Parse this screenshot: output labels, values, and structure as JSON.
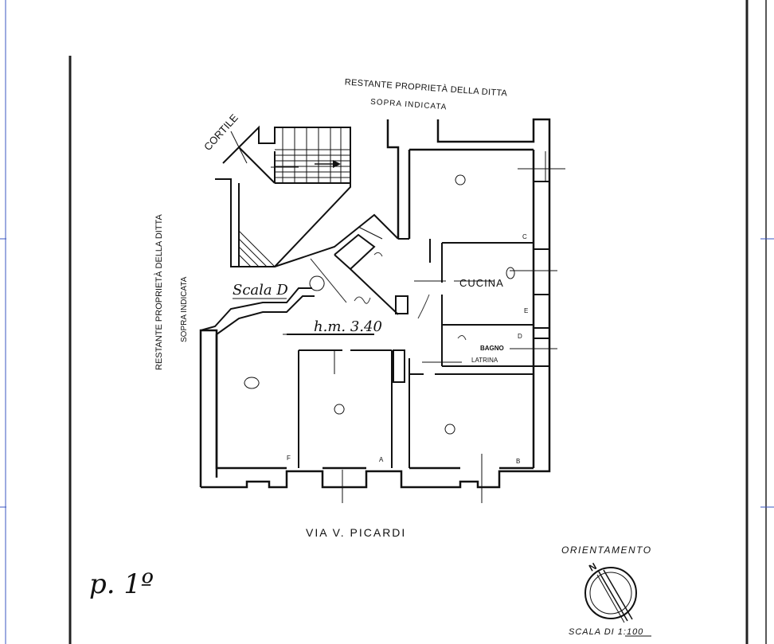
{
  "plan": {
    "stamp_top_line1": "RESTANTE PROPRIETÀ DELLA DITTA",
    "stamp_top_line2": "SOPRA INDICATA",
    "stamp_left_line1": "RESTANTE PROPRIETÀ DELLA DITTA",
    "stamp_left_line2": "SOPRA INDICATA",
    "courtyard_label": "CORTILE",
    "stair_label": "Scala D",
    "height_label": "h.m. 3.40",
    "kitchen_label": "CUCINA",
    "bath_label": "BAGNO",
    "toilet_label": "LATRINA",
    "street_label": "VIA V. PICARDI",
    "floor_label": "p. 1º",
    "orientation_title": "ORIENTAMENTO",
    "north_letter": "N",
    "scale_label": "SCALA DI 1:100",
    "room_letters": [
      "F",
      "A",
      "B",
      "C",
      "E",
      "D"
    ]
  }
}
